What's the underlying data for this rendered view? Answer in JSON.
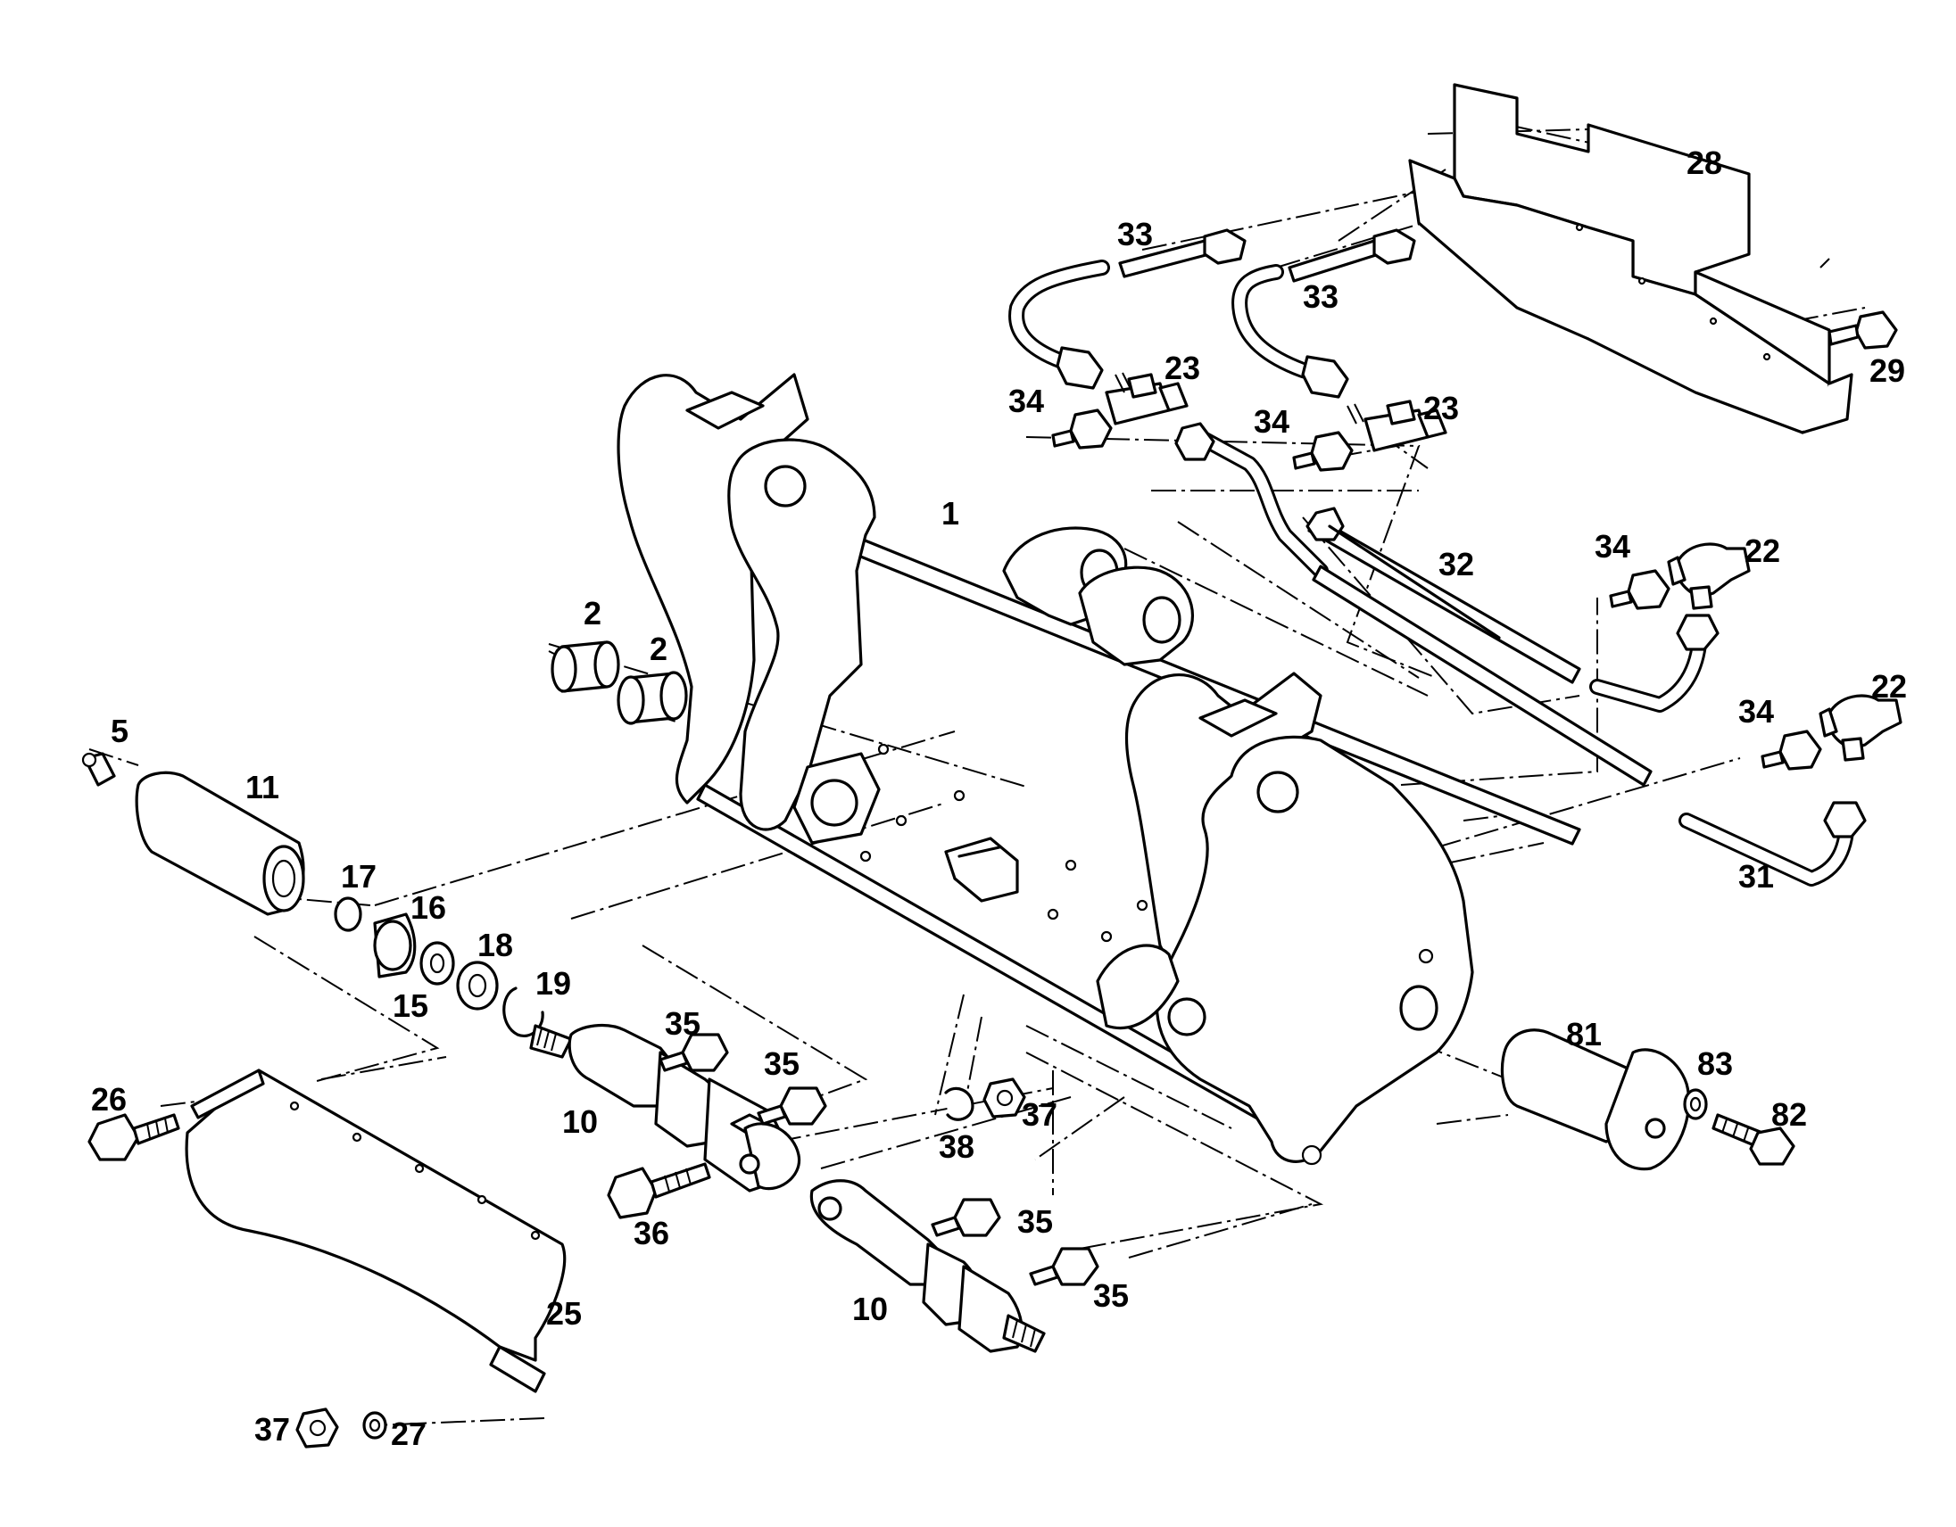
{
  "figure": {
    "labels": [
      {
        "id": "lbl-1",
        "text": "1"
      },
      {
        "id": "lbl-2a",
        "text": "2"
      },
      {
        "id": "lbl-2b",
        "text": "2"
      },
      {
        "id": "lbl-5",
        "text": "5"
      },
      {
        "id": "lbl-11",
        "text": "11"
      },
      {
        "id": "lbl-17",
        "text": "17"
      },
      {
        "id": "lbl-16",
        "text": "16"
      },
      {
        "id": "lbl-18",
        "text": "18"
      },
      {
        "id": "lbl-19",
        "text": "19"
      },
      {
        "id": "lbl-15",
        "text": "15"
      },
      {
        "id": "lbl-26",
        "text": "26"
      },
      {
        "id": "lbl-25",
        "text": "25"
      },
      {
        "id": "lbl-37a",
        "text": "37"
      },
      {
        "id": "lbl-27",
        "text": "27"
      },
      {
        "id": "lbl-35a",
        "text": "35"
      },
      {
        "id": "lbl-35b",
        "text": "35"
      },
      {
        "id": "lbl-10a",
        "text": "10"
      },
      {
        "id": "lbl-36",
        "text": "36"
      },
      {
        "id": "lbl-10b",
        "text": "10"
      },
      {
        "id": "lbl-35c",
        "text": "35"
      },
      {
        "id": "lbl-35d",
        "text": "35"
      },
      {
        "id": "lbl-38",
        "text": "38"
      },
      {
        "id": "lbl-37b",
        "text": "37"
      },
      {
        "id": "lbl-81",
        "text": "81"
      },
      {
        "id": "lbl-83",
        "text": "83"
      },
      {
        "id": "lbl-82",
        "text": "82"
      },
      {
        "id": "lbl-28",
        "text": "28"
      },
      {
        "id": "lbl-29",
        "text": "29"
      },
      {
        "id": "lbl-33a",
        "text": "33"
      },
      {
        "id": "lbl-33b",
        "text": "33"
      },
      {
        "id": "lbl-23a",
        "text": "23"
      },
      {
        "id": "lbl-23b",
        "text": "23"
      },
      {
        "id": "lbl-34a",
        "text": "34"
      },
      {
        "id": "lbl-34b",
        "text": "34"
      },
      {
        "id": "lbl-32",
        "text": "32"
      },
      {
        "id": "lbl-34c",
        "text": "34"
      },
      {
        "id": "lbl-22a",
        "text": "22"
      },
      {
        "id": "lbl-34d",
        "text": "34"
      },
      {
        "id": "lbl-22b",
        "text": "22"
      },
      {
        "id": "lbl-31",
        "text": "31"
      }
    ]
  }
}
